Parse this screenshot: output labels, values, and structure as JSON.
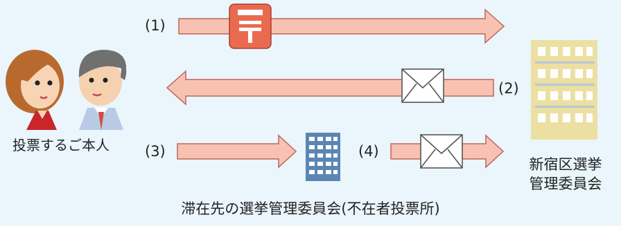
{
  "steps": [
    {
      "number": "(1)"
    },
    {
      "number": "(2)"
    },
    {
      "number": "(3)"
    },
    {
      "number": "(4)"
    }
  ],
  "voter_label": "投票するご本人",
  "home_office_label": [
    "新宿区選挙",
    "管理委員会"
  ],
  "absentee_office_label": "滞在先の選挙管理委員会(不在者投票所)",
  "colors": {
    "background": "#eaf6fc",
    "arrow_fill": "#f8c2b2",
    "arrow_stroke": "#c0645a",
    "post_box": "#ea6a50",
    "home_building": "#ecdfa2",
    "absentee_building": "#5b86b3"
  },
  "icons": [
    "post-office-icon",
    "envelope-icon",
    "building-icon",
    "person-icon"
  ]
}
